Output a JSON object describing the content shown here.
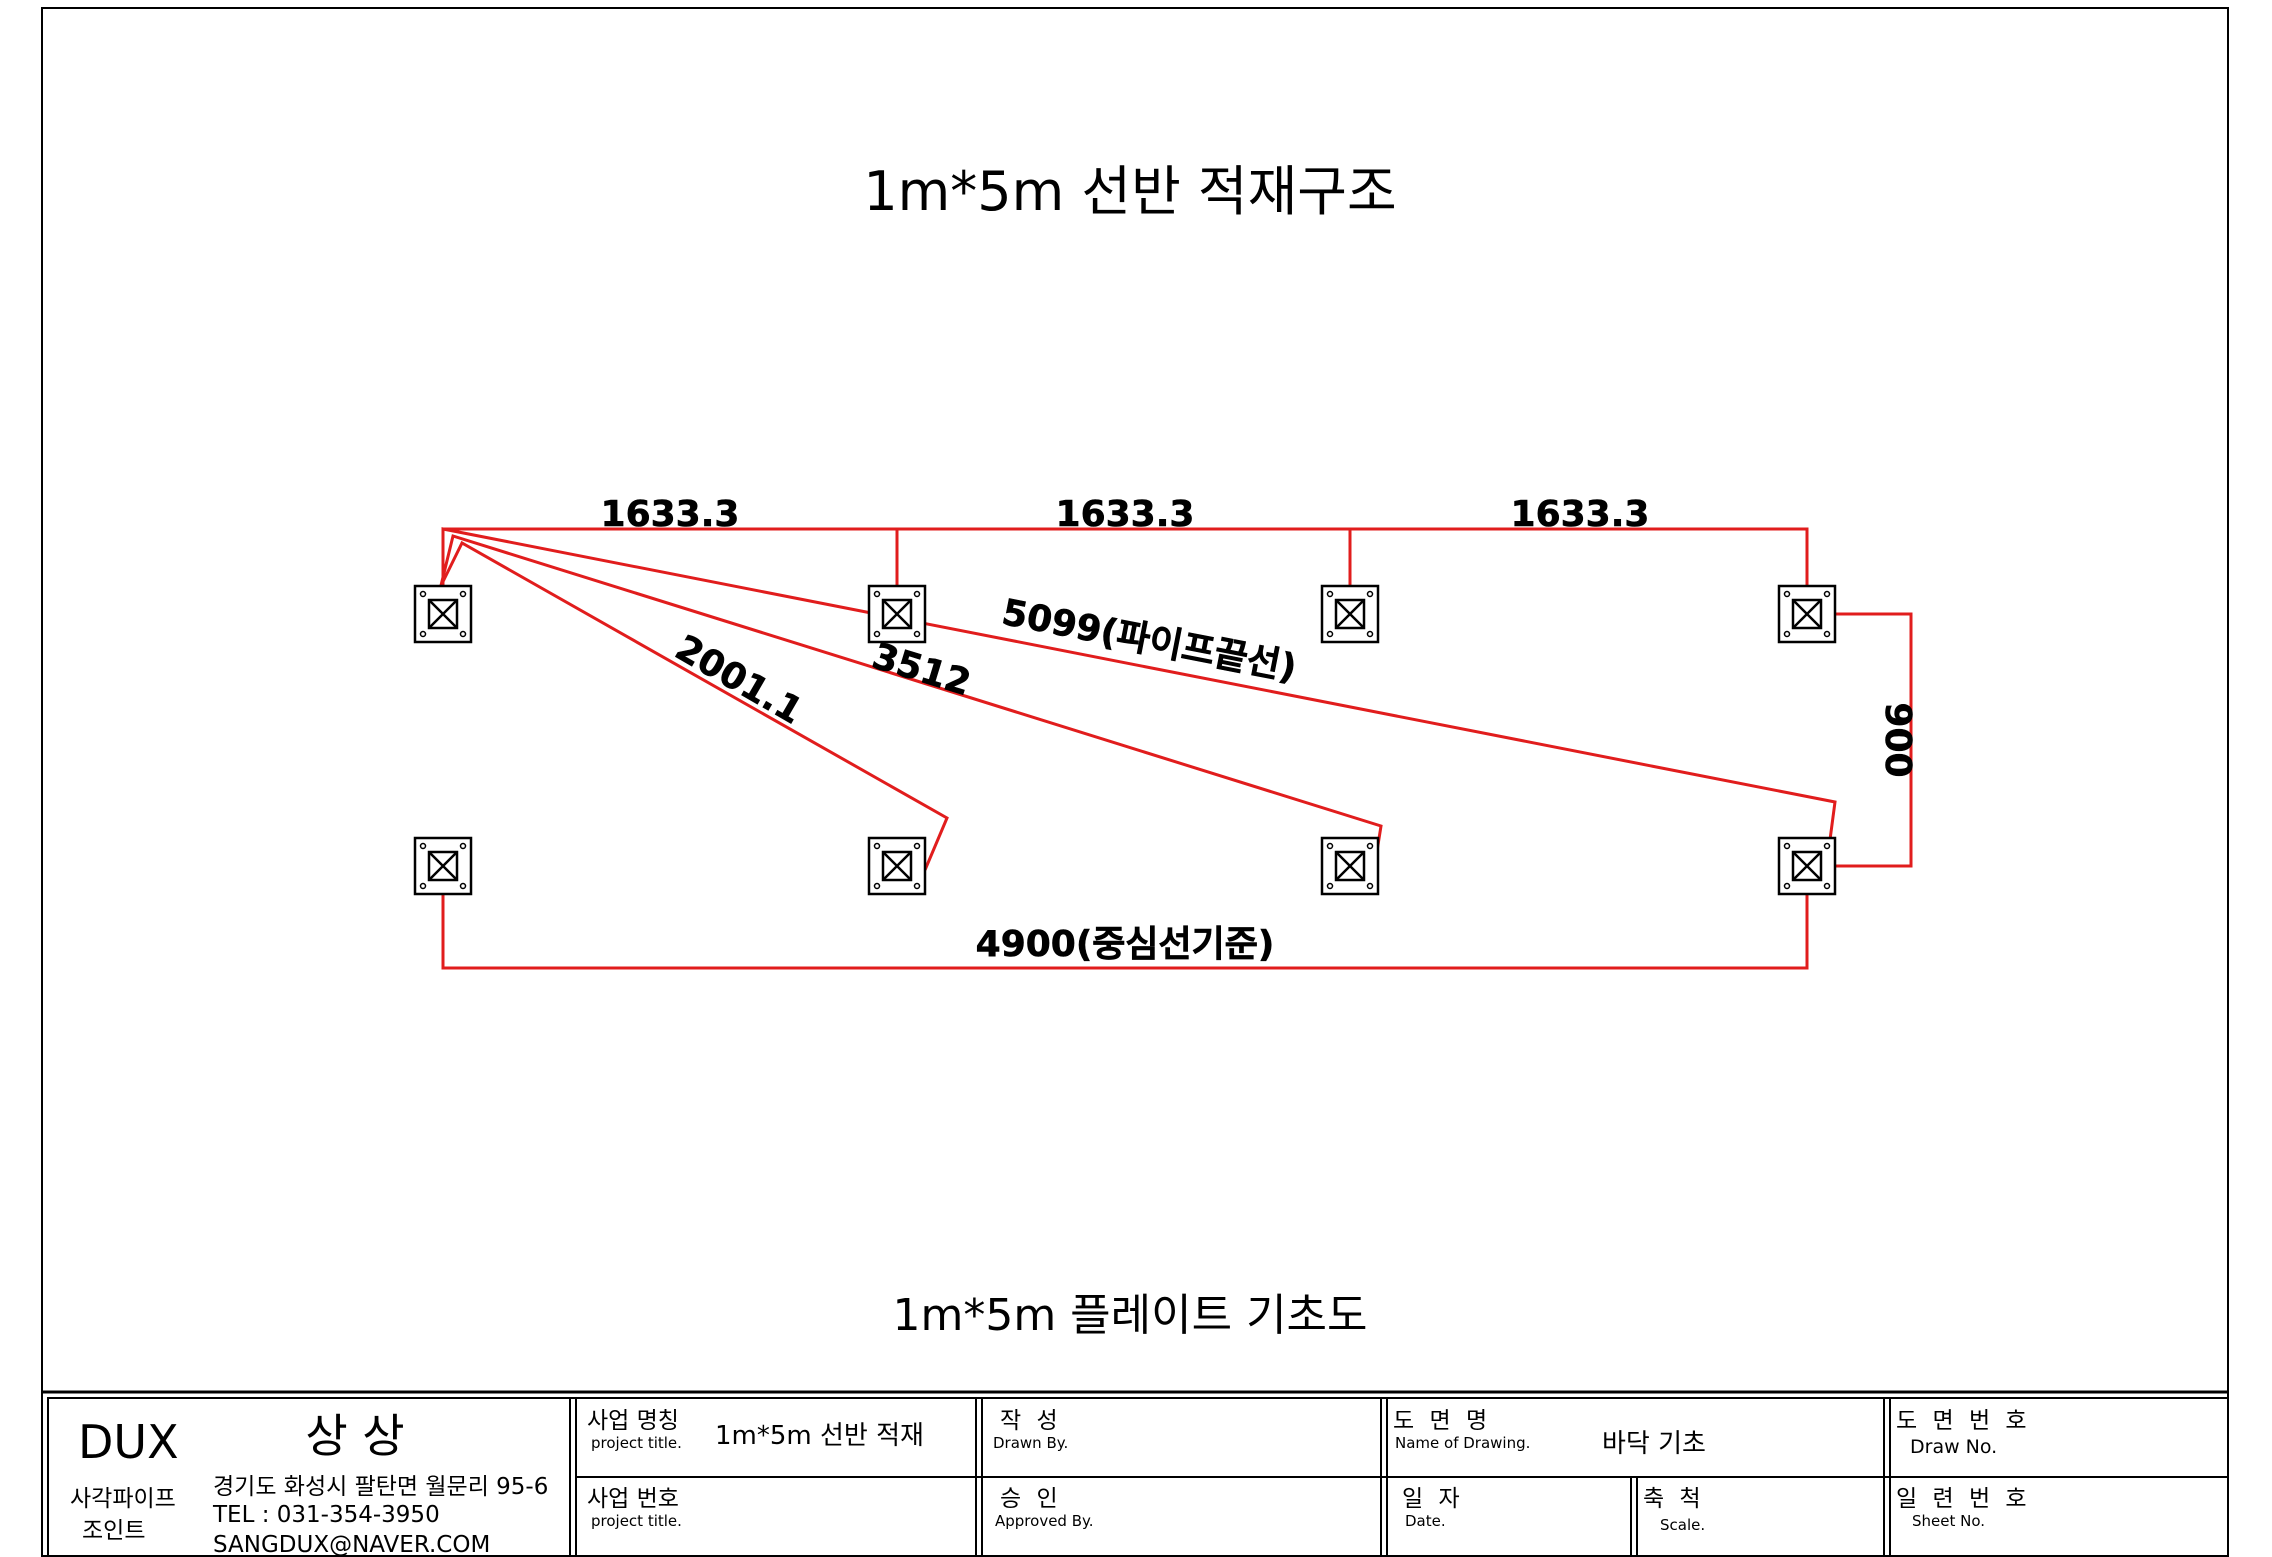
{
  "drawing": {
    "main_title": "1m*5m 선반 적재구조",
    "sub_title": "1m*5m  플레이트 기초도",
    "line_color": "#e11d1d",
    "dimensions": {
      "span_1": "1633.3",
      "span_2": "1633.3",
      "span_3": "1633.3",
      "diag_1": "2001.1",
      "diag_2": "3512",
      "diag_3": "5099(파이프끝선)",
      "depth": "900",
      "length": "4900(중심선기준)"
    },
    "base_plates": {
      "count": 8,
      "icon": "base-plate-icon"
    }
  },
  "title_block": {
    "company_logo": "DUX",
    "company_name": "상 상",
    "product_line_1": "사각파이프",
    "product_line_2": "조인트",
    "address": "경기도 화성시 팔탄면 월문리 95-6",
    "tel": "TEL : 031-354-3950",
    "email": "SANGDUX@NAVER.COM",
    "project_name_label": "사업 명칭",
    "project_name_sub": "project title.",
    "project_name_value": "1m*5m 선반 적재",
    "project_no_label": "사업 번호",
    "project_no_sub": "project title.",
    "drawn_label": "작   성",
    "drawn_sub": "Drawn By.",
    "approved_label": "승   인",
    "approved_sub": "Approved By.",
    "drawing_name_label": "도 면 명",
    "drawing_name_sub": "Name of Drawing.",
    "drawing_name_value": "바닥 기초",
    "date_label": "일  자",
    "date_sub": "Date.",
    "scale_label": "축  척",
    "scale_sub": "Scale.",
    "draw_no_label": "도 면 번 호",
    "draw_no_sub": "Draw No.",
    "sheet_no_label": "일 련 번 호",
    "sheet_no_sub": "Sheet No."
  }
}
